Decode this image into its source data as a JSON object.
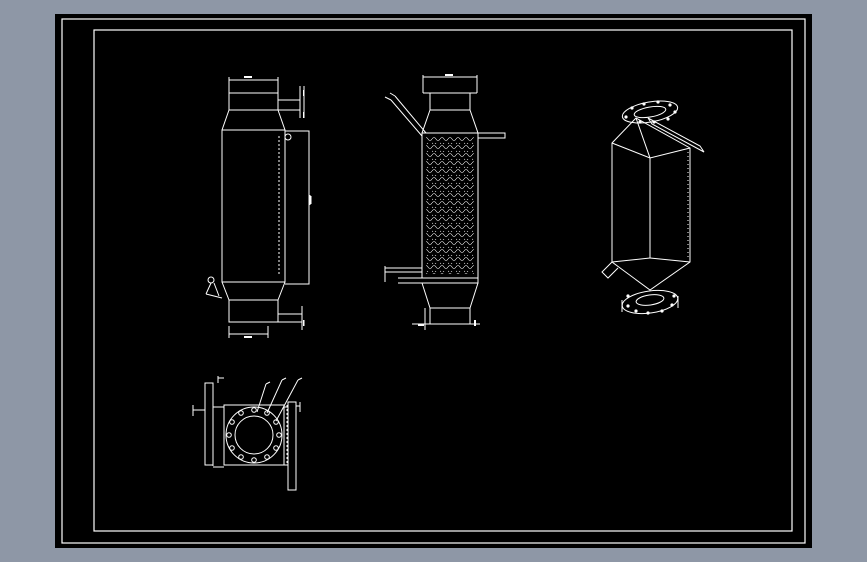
{
  "viewport": {
    "background": "#8e97a6"
  },
  "sheet": {
    "background": "#000000",
    "line_color": "#ffffff"
  },
  "drawing_views": [
    {
      "id": "front-view"
    },
    {
      "id": "section-view"
    },
    {
      "id": "isometric-view"
    },
    {
      "id": "top-view"
    }
  ]
}
